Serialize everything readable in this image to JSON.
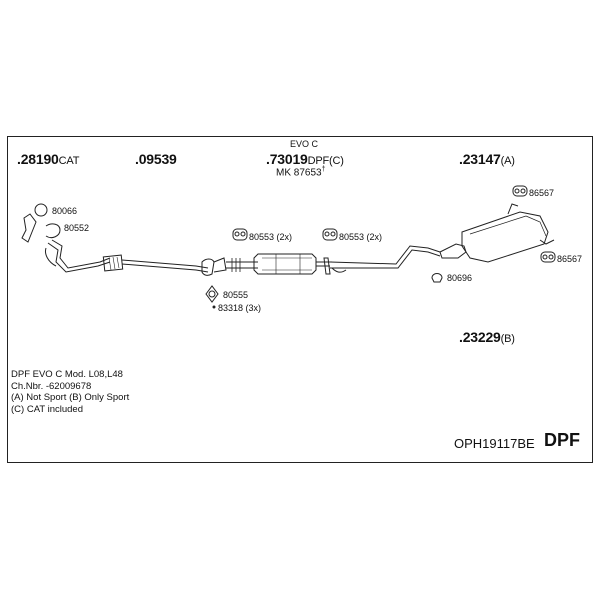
{
  "parts": {
    "p28190": {
      "number": ".28190",
      "suffix": "CAT"
    },
    "p09539": {
      "number": ".09539",
      "suffix": ""
    },
    "p73019": {
      "number": ".73019",
      "suffix": "DPF(C)"
    },
    "p73019_top": "EVO C",
    "p73019_mk": "MK  87653",
    "p73019_mark": "†",
    "p23147": {
      "number": ".23147",
      "suffix": "(A)"
    },
    "p23229": {
      "number": ".23229",
      "suffix": "(B)"
    }
  },
  "small_parts": {
    "s80066": "80066",
    "s80552": "80552",
    "s80553a": "80553 (2x)",
    "s80553b": "80553 (2x)",
    "s86567a": "86567",
    "s86567b": "86567",
    "s80696": "80696",
    "s80555": "80555",
    "s83318": "83318 (3x)"
  },
  "notes": [
    "DPF EVO C   Mod.  L08,L48",
    "Ch.Nbr.  -62009678",
    "(A) Not Sport (B) Only Sport",
    "(C) CAT included"
  ],
  "reference": "OPH19117BE",
  "category": "DPF"
}
